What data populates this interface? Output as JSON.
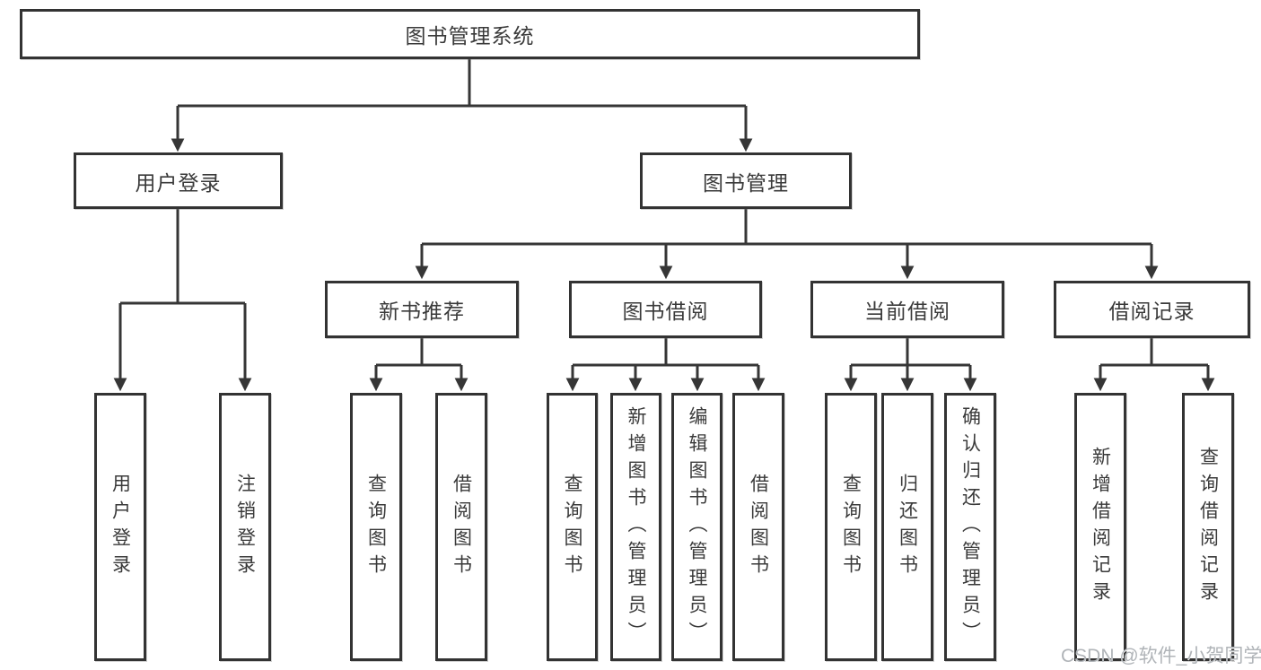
{
  "root": {
    "label": "图书管理系统"
  },
  "branches": [
    {
      "label": "用户登录",
      "children": [
        {
          "label": "用户登录"
        },
        {
          "label": "注销登录"
        }
      ]
    },
    {
      "label": "图书管理",
      "children": [
        {
          "label": "新书推荐",
          "children": [
            {
              "label": "查询图书"
            },
            {
              "label": "借阅图书"
            }
          ]
        },
        {
          "label": "图书借阅",
          "children": [
            {
              "label": "查询图书"
            },
            {
              "label": "新增图书（管理员）"
            },
            {
              "label": "编辑图书（管理员）"
            },
            {
              "label": "借阅图书"
            }
          ]
        },
        {
          "label": "当前借阅",
          "children": [
            {
              "label": "查询图书"
            },
            {
              "label": "归还图书"
            },
            {
              "label": "确认归还（管理员）"
            }
          ]
        },
        {
          "label": "借阅记录",
          "children": [
            {
              "label": "新增借阅记录"
            },
            {
              "label": "查询借阅记录"
            }
          ]
        }
      ]
    }
  ],
  "watermark": {
    "text": "CSDN @软件_小贺同学"
  },
  "colors": {
    "line": "#363636",
    "border": "#333333",
    "text": "#3a3a3a",
    "watermark": "#b0b4b8",
    "background": "#ffffff"
  }
}
